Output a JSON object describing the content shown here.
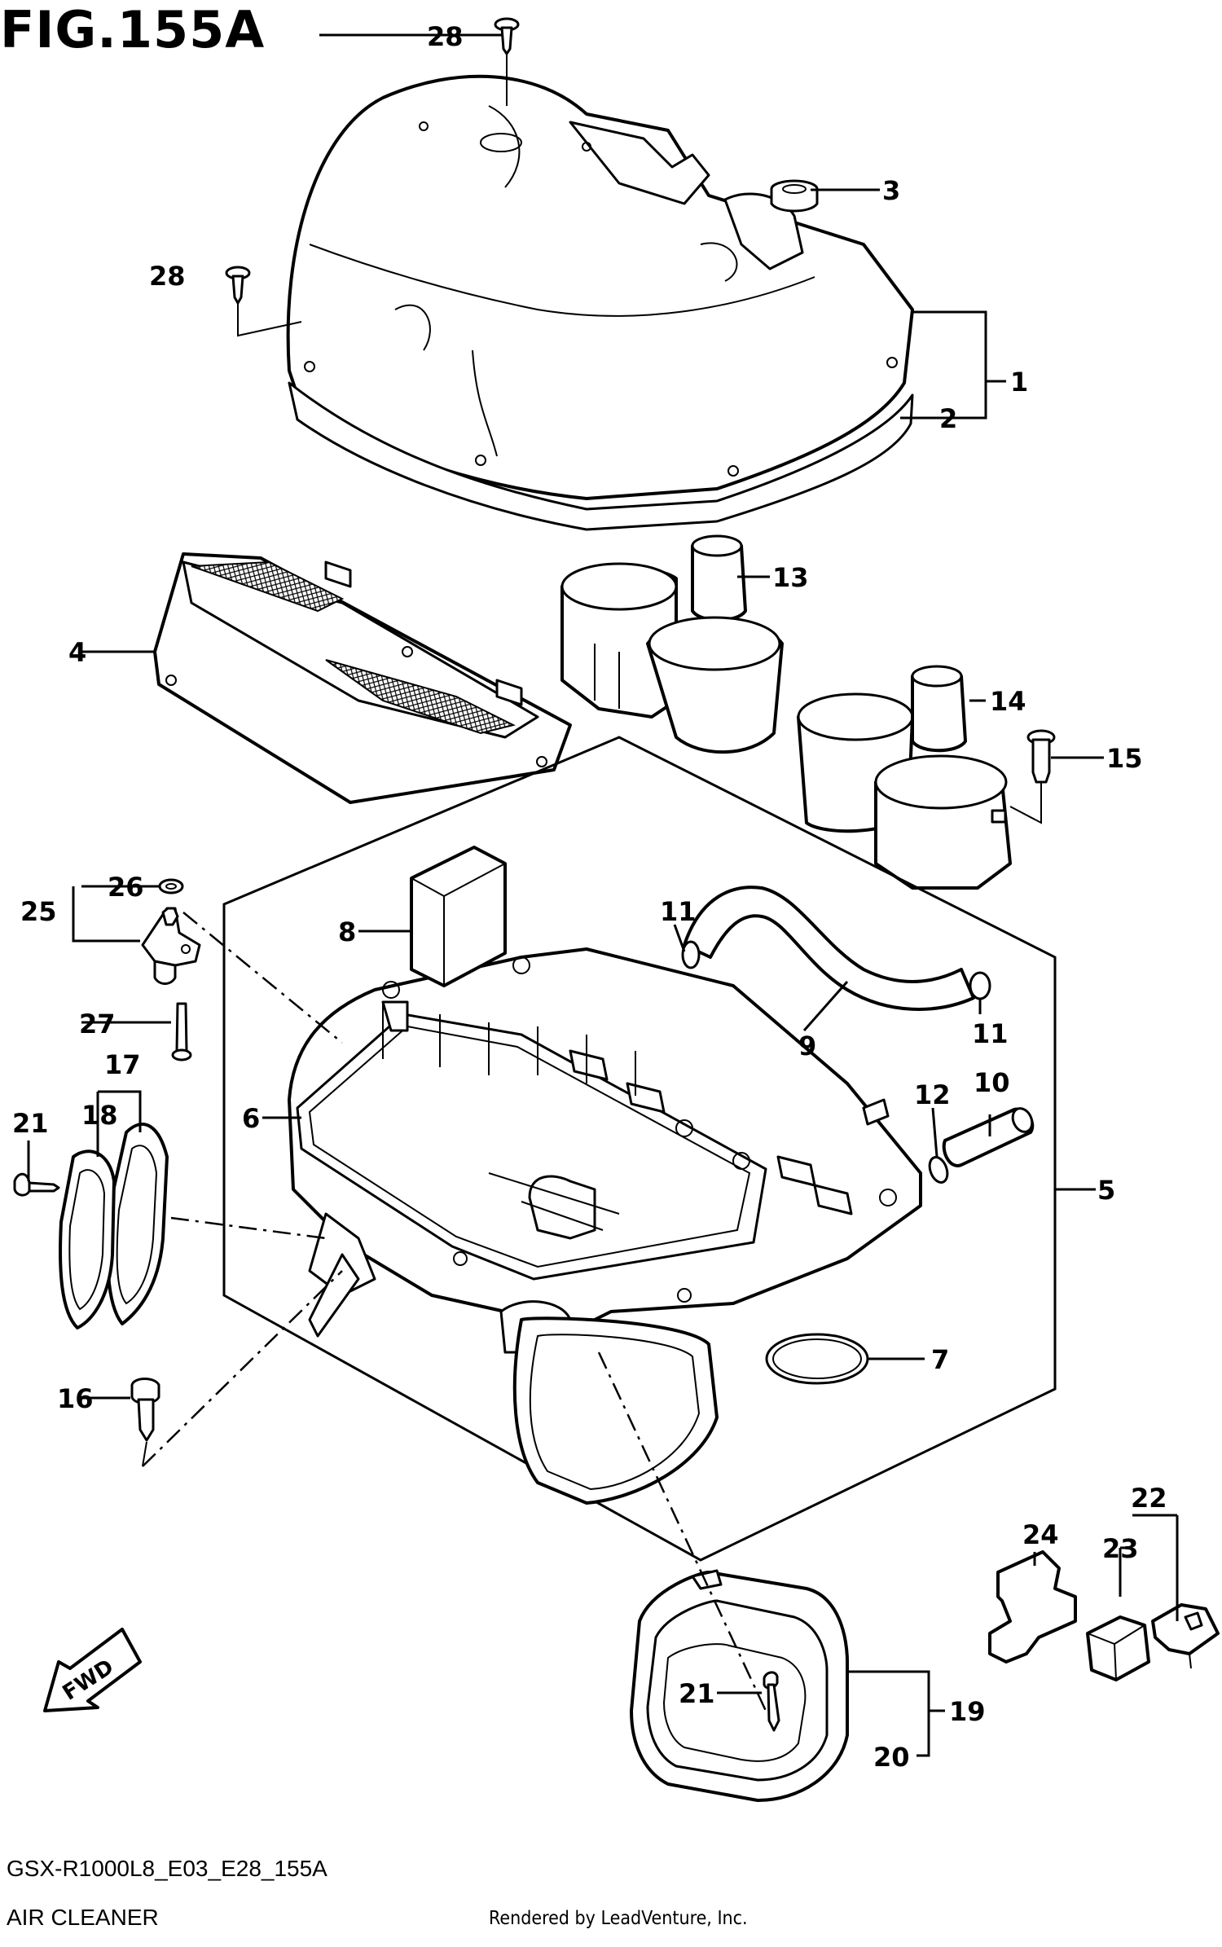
{
  "figure": {
    "title": "FIG.155A",
    "code": "GSX-R1000L8_E03_E28_155A",
    "name": "AIR CLEANER",
    "credit": "Rendered by LeadVenture, Inc.",
    "fwd_label": "FWD"
  },
  "callouts": {
    "c1": "1",
    "c2": "2",
    "c3": "3",
    "c4": "4",
    "c5": "5",
    "c6": "6",
    "c7": "7",
    "c8": "8",
    "c9": "9",
    "c10": "10",
    "c11a": "11",
    "c11b": "11",
    "c12": "12",
    "c13": "13",
    "c14": "14",
    "c15": "15",
    "c16": "16",
    "c17": "17",
    "c18": "18",
    "c19": "19",
    "c20": "20",
    "c21a": "21",
    "c21b": "21",
    "c22": "22",
    "c23": "23",
    "c24": "24",
    "c25": "25",
    "c26": "26",
    "c27": "27",
    "c28a": "28",
    "c28b": "28"
  }
}
